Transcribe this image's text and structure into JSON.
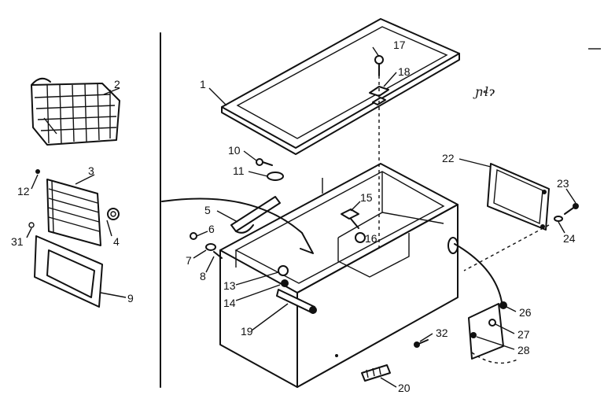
{
  "callouts": {
    "c1": "1",
    "c2": "2",
    "c3": "3",
    "c4": "4",
    "c5": "5",
    "c6": "6",
    "c7": "7",
    "c8": "8",
    "c9": "9",
    "c10": "10",
    "c11": "11",
    "c12": "12",
    "c13": "13",
    "c14": "14",
    "c15": "15",
    "c16": "16",
    "c17": "17",
    "c18": "18",
    "c19": "19",
    "c20": "20",
    "c22": "22",
    "c23": "23",
    "c24": "24",
    "c26": "26",
    "c27": "27",
    "c28": "28",
    "c31": "31",
    "c32": "32"
  },
  "margin_mark": "ɲɬɂ"
}
